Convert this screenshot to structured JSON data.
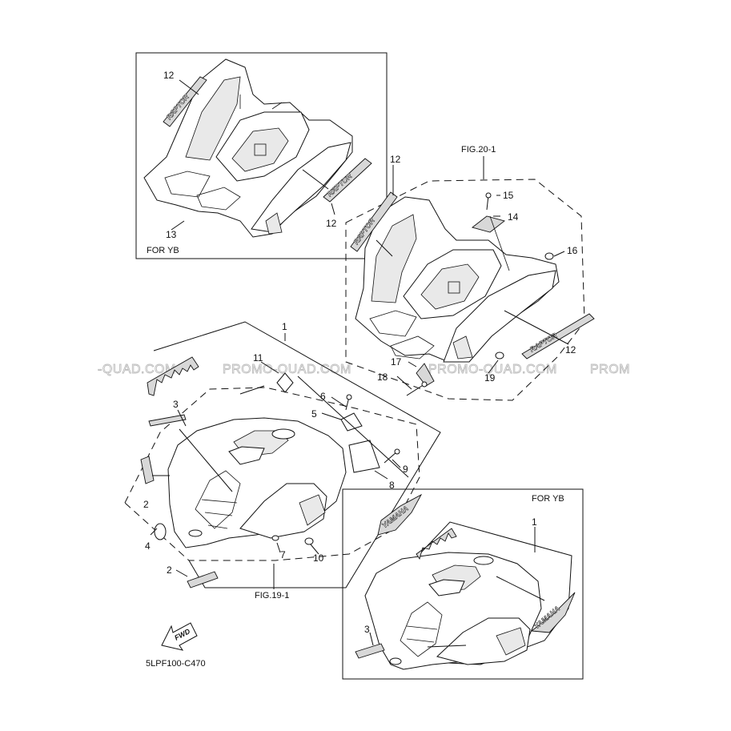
{
  "watermark": "PROMO-QUAD.COM",
  "watermark_left": "-QUAD.COM",
  "watermark_right": "PROM",
  "figure_code": "5LPF100-C470",
  "fwd_label": "FWD",
  "insets": {
    "top_left": {
      "label": "FOR YB"
    },
    "bottom_right": {
      "label": "FOR YB"
    }
  },
  "fig_refs": {
    "front": "FIG.19-1",
    "rear": "FIG.20-1"
  },
  "decal_texts": {
    "brand": "YAMAHA",
    "rear_side": "RAPTOR"
  },
  "callouts": {
    "c1": "1",
    "c2": "2",
    "c3": "3",
    "c4": "4",
    "c5": "5",
    "c6": "6",
    "c7": "7",
    "c8": "8",
    "c9": "9",
    "c10": "10",
    "c11": "11",
    "c12": "12",
    "c13": "13",
    "c14": "14",
    "c15": "15",
    "c16": "16",
    "c17": "17",
    "c18": "18",
    "c19": "19"
  }
}
